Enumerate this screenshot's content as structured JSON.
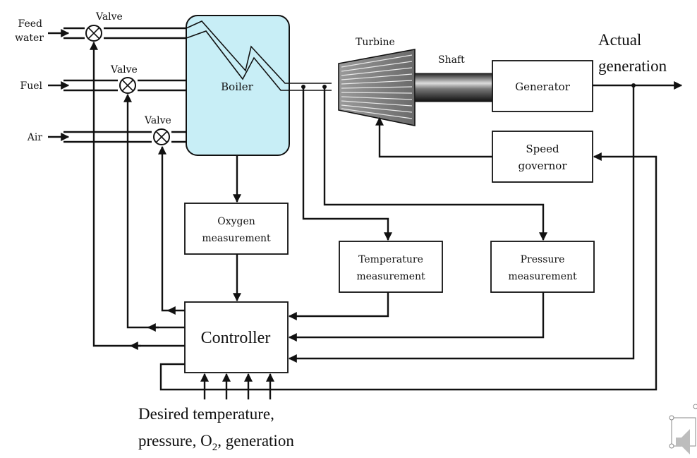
{
  "inputs": {
    "feed_line1": "Feed",
    "feed_line2": "water",
    "fuel": "Fuel",
    "air": "Air"
  },
  "valves": {
    "valve1": "Valve",
    "valve2": "Valve",
    "valve3": "Valve"
  },
  "boiler": "Boiler",
  "turbine": "Turbine",
  "shaft": "Shaft",
  "generator": "Generator",
  "actual_gen_line1": "Actual",
  "actual_gen_line2": "generation",
  "speed_governor_line1": "Speed",
  "speed_governor_line2": "governor",
  "oxygen_line1": "Oxygen",
  "oxygen_line2": "measurement",
  "temperature_line1": "Temperature",
  "temperature_line2": "measurement",
  "pressure_line1": "Pressure",
  "pressure_line2": "measurement",
  "controller": "Controller",
  "desired_line1": "Desired temperature,",
  "desired_line2_prefix": "pressure, O",
  "desired_line2_sub": "2",
  "desired_line2_suffix": ", generation",
  "colors": {
    "boiler_fill": "#c8eef6",
    "line": "#111111"
  }
}
